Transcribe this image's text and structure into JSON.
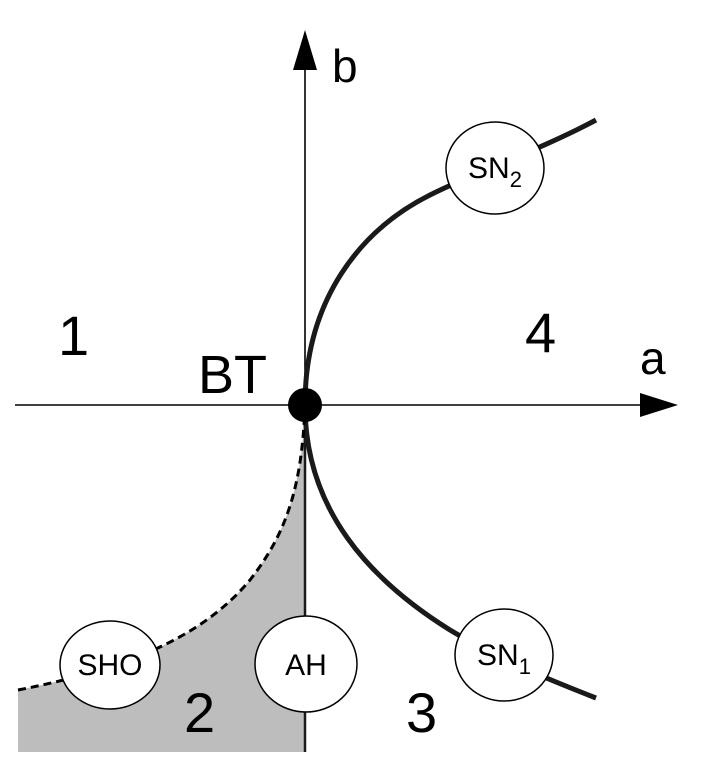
{
  "axes": {
    "a_label": "a",
    "b_label": "b"
  },
  "point": {
    "label": "BT"
  },
  "regions": [
    "1",
    "2",
    "3",
    "4"
  ],
  "curves": [
    {
      "label_main": "SN",
      "label_sub": "2"
    },
    {
      "label_main": "SN",
      "label_sub": "1"
    },
    {
      "label_main": "AH",
      "label_sub": ""
    },
    {
      "label_main": "SHO",
      "label_sub": ""
    }
  ],
  "colors": {
    "shaded_region": "#bdbdbd",
    "curve": "#1a1a1a",
    "axis": "#000000"
  }
}
